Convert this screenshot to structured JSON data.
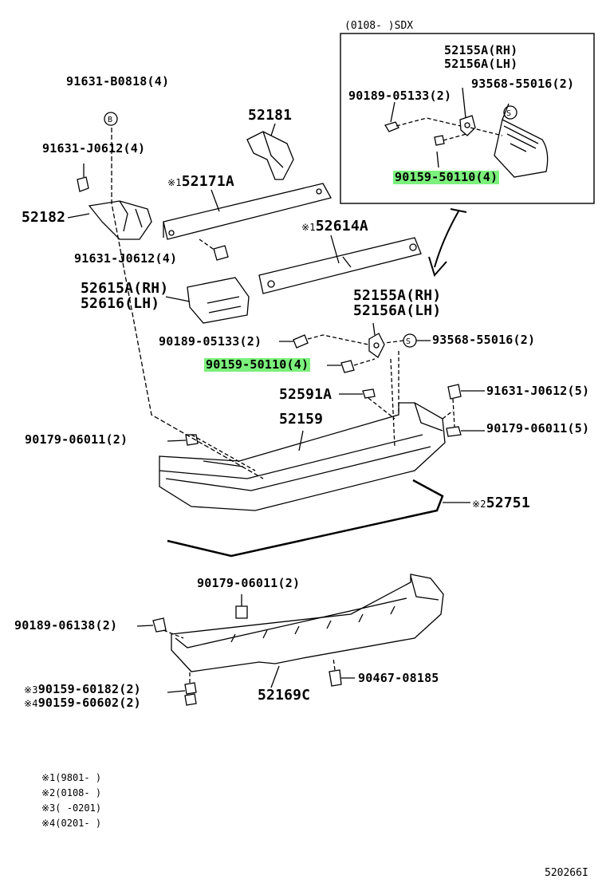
{
  "inset": {
    "title": "(0108-   )SDX"
  },
  "parts": {
    "p91631B0818": "91631-B0818(4)",
    "p91631J0612a": "91631-J0612(4)",
    "p52181": "52181",
    "p52171A": "52171A",
    "p52171A_mark": "※1",
    "p52182": "52182",
    "p91631J0612b": "91631-J0612(4)",
    "p52614A": "52614A",
    "p52614A_mark": "※1",
    "p52615A": "52615A(RH)",
    "p52616": "52616(LH)",
    "p52155A_main": "52155A(RH)",
    "p52156A_main": "52156A(LH)",
    "p90189_05133_main": "90189-05133(2)",
    "p93568_main": "93568-55016(2)",
    "p90159_50110_main": "90159-50110(4)",
    "p52591A": "52591A",
    "p91631J0612c": "91631-J0612(5)",
    "p52159": "52159",
    "p90179_left": "90179-06011(2)",
    "p90179_right": "90179-06011(5)",
    "p52751": "52751",
    "p52751_mark": "※2",
    "p90179_lower": "90179-06011(2)",
    "p90189_06138": "90189-06138(2)",
    "p90467": "90467-08185",
    "p90159_60182": "90159-60182(2)",
    "p90159_60182_mark": "※3",
    "p90159_60602": "90159-60602(2)",
    "p90159_60602_mark": "※4",
    "p52169C": "52169C",
    "inset_52155A": "52155A(RH)",
    "inset_52156A": "52156A(LH)",
    "inset_90189": "90189-05133(2)",
    "inset_93568": "93568-55016(2)",
    "inset_90159": "90159-50110(4)"
  },
  "callout_letters": {
    "b": "B",
    "s": "S"
  },
  "notes": [
    "※1(9801-     )",
    "※2(0108-     )",
    "※3(     -0201)",
    "※4(0201-     )"
  ],
  "diagram_id": "520266I",
  "highlight_color": "#7cf07c"
}
